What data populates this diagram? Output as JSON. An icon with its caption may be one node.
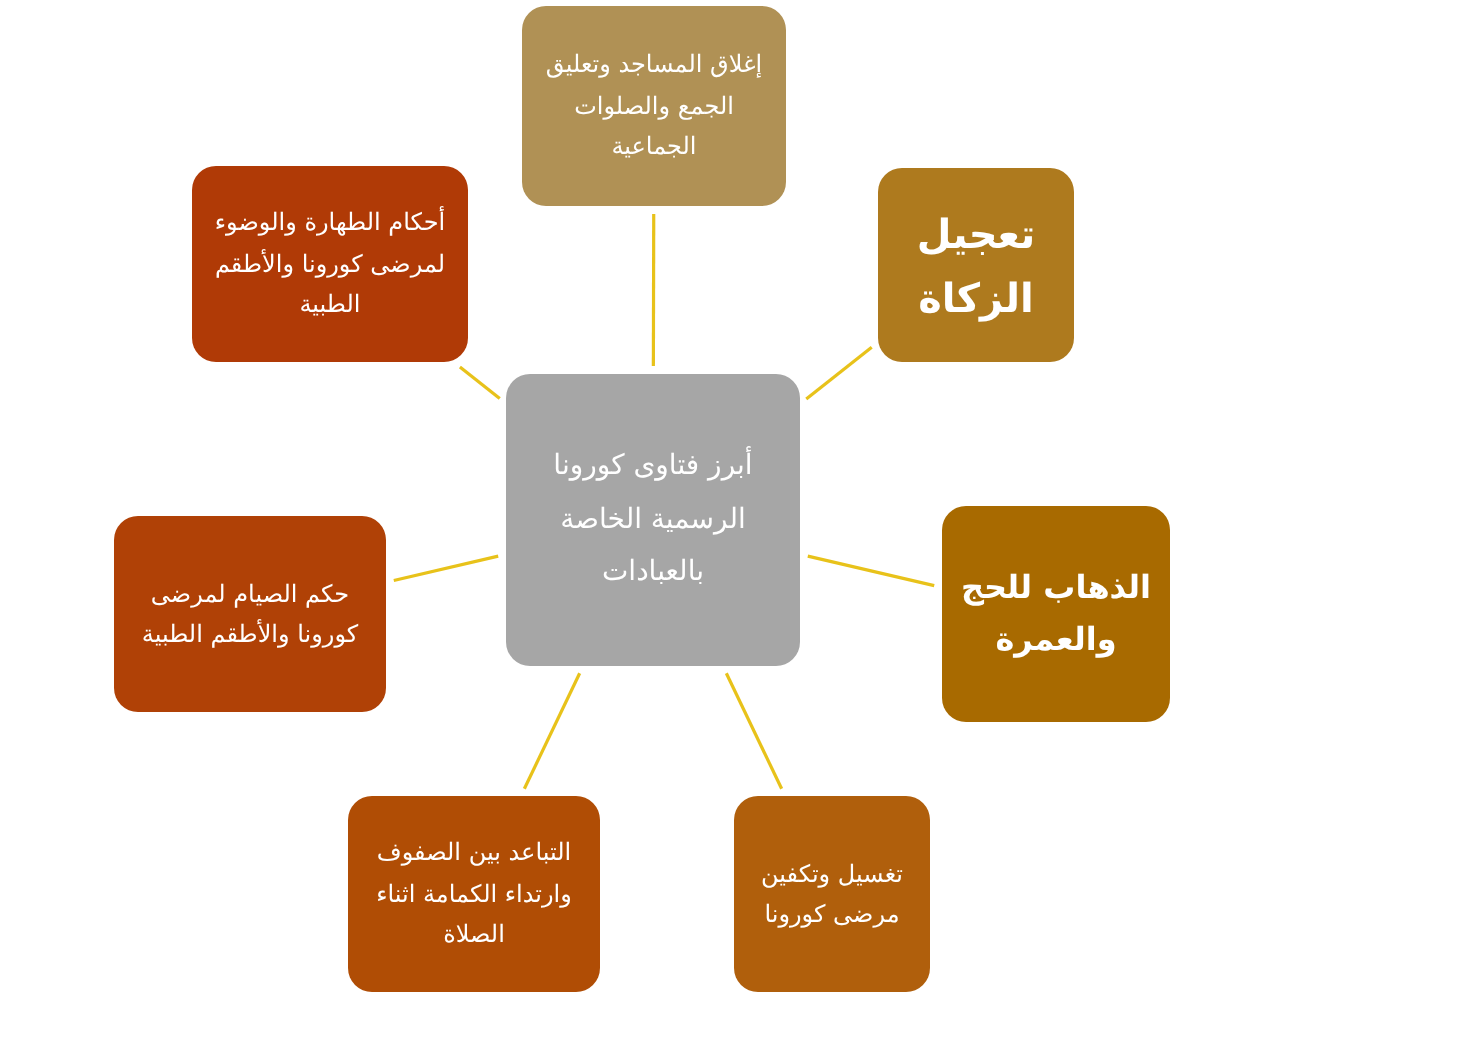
{
  "diagram": {
    "nodes": [
      {
        "text": [
          "أبرز فتاوى كورونا الرسمية الخاصة بالعبادات"
        ]
      },
      {
        "text": [
          "إغلاق المساجد وتعليق الجمع والصلوات الجماعية"
        ]
      },
      {
        "text": [
          "تعجيل الزكاة"
        ]
      },
      {
        "text": [
          "الذهاب للحج والعمرة"
        ]
      },
      {
        "text": [
          "تغسيل وتكفين مرضى كورونا"
        ]
      },
      {
        "text": [
          "التباعد بين الصفوف وارتداء الكمامة اثناء الصلاة"
        ]
      },
      {
        "text": [
          "حكم الصيام لمرضى كورونا والأطقم الطبية"
        ]
      },
      {
        "text": [
          "أحكام الطهارة والوضوء لمرضى كورونا والأطقم الطبية"
        ]
      }
    ],
    "edges": [
      {
        "from": 0,
        "to": 1,
        "arrow": "none"
      },
      {
        "from": 0,
        "to": 2,
        "arrow": "none"
      },
      {
        "from": 0,
        "to": 3,
        "arrow": "none"
      },
      {
        "from": 0,
        "to": 4,
        "arrow": "none"
      },
      {
        "from": 0,
        "to": 5,
        "arrow": "none"
      },
      {
        "from": 0,
        "to": 6,
        "arrow": "none"
      },
      {
        "from": 0,
        "to": 7,
        "arrow": "none"
      }
    ]
  }
}
